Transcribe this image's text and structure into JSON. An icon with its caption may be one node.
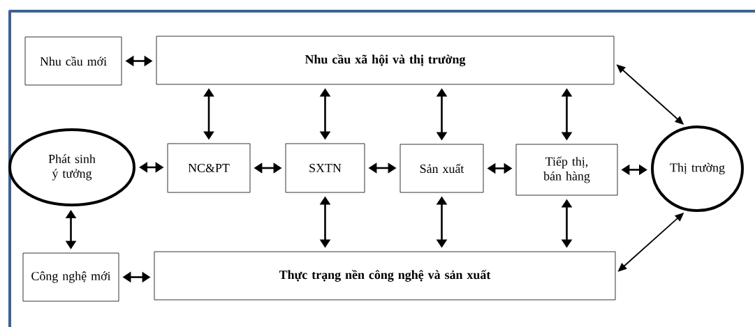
{
  "diagram": {
    "nodes": [
      {
        "text": [
          "Nhu cầu mới"
        ]
      },
      {
        "text": [
          "Nhu cầu xã hội và thị trường"
        ]
      },
      {
        "text": [
          "Phát sinh ý tưởng"
        ]
      },
      {
        "text": [
          "NC&PT"
        ]
      },
      {
        "text": [
          "SXTN"
        ]
      },
      {
        "text": [
          "Sản xuất"
        ]
      },
      {
        "text": [
          "Tiếp thị, bán hàng"
        ]
      },
      {
        "text": [
          "Thị trường"
        ]
      },
      {
        "text": [
          "Công nghệ mới"
        ]
      },
      {
        "text": [
          "Thực trạng nền công nghệ và sản xuất"
        ]
      }
    ],
    "edges": [
      {
        "from": 0,
        "to": 1,
        "arrow": "both"
      },
      {
        "from": 1,
        "to": 7,
        "arrow": "both"
      },
      {
        "from": 1,
        "to": 3,
        "arrow": "both"
      },
      {
        "from": 1,
        "to": 4,
        "arrow": "both"
      },
      {
        "from": 1,
        "to": 5,
        "arrow": "both"
      },
      {
        "from": 1,
        "to": 6,
        "arrow": "both"
      },
      {
        "from": 2,
        "to": 3,
        "arrow": "both"
      },
      {
        "from": 3,
        "to": 4,
        "arrow": "both"
      },
      {
        "from": 4,
        "to": 5,
        "arrow": "both"
      },
      {
        "from": 5,
        "to": 6,
        "arrow": "both"
      },
      {
        "from": 6,
        "to": 7,
        "arrow": "both"
      },
      {
        "from": 2,
        "to": 8,
        "arrow": "both"
      },
      {
        "from": 4,
        "to": 9,
        "arrow": "both"
      },
      {
        "from": 5,
        "to": 9,
        "arrow": "both"
      },
      {
        "from": 6,
        "to": 9,
        "arrow": "both"
      },
      {
        "from": 7,
        "to": 9,
        "arrow": "both"
      },
      {
        "from": 8,
        "to": 9,
        "arrow": "both"
      }
    ]
  }
}
